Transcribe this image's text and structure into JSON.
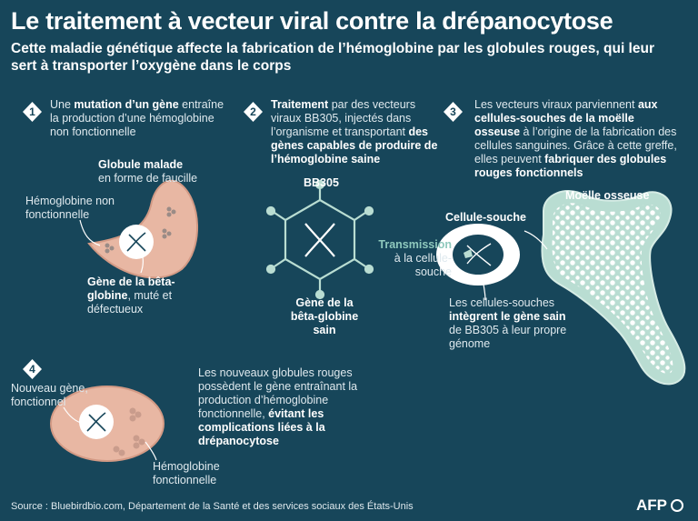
{
  "header": {
    "title": "Le traitement à vecteur viral contre la drépanocytose",
    "subtitle": "Cette maladie génétique affecte la fabrication de l’hémoglobine par les globules rouges, qui leur sert à transporter l’oxygène dans le corps"
  },
  "step1": {
    "number": "1",
    "text_pre": "Une ",
    "text_bold": "mutation d’un gène",
    "text_post": " entraîne la production d’une hémoglobine non fonctionnelle",
    "cell_label_bold": "Globule malade",
    "cell_label": "en forme de faucille",
    "hb_label": "Hémoglobine non fonctionnelle",
    "gene_label_bold": "Gène de la bêta-globine",
    "gene_label": ", muté et défectueux"
  },
  "step2": {
    "number": "2",
    "text_bold1": "Traitement",
    "text_mid": " par des vecteurs viraux BB305, injectés dans l’organisme et transportant ",
    "text_bold2": "des gènes capables de produire de l’hémoglobine saine",
    "virus_label": "BB305",
    "gene_label": "Gène de la bêta-globine sain"
  },
  "step3": {
    "number": "3",
    "text_pre": "Les vecteurs viraux parviennent ",
    "text_bold1": "aux cellules-souches de la moëlle osseuse",
    "text_mid": " à l’origine de la fabrication des cellules sanguines. Grâce à cette greffe, elles peuvent ",
    "text_bold2": "fabriquer des globules rouges fonctionnels",
    "bone_label": "Moëlle osseuse",
    "stem_label": "Cellule-souche",
    "transmission_bold": "Transmission",
    "transmission_rest": "à la cellule-souche",
    "integrate_pre": "Les cellules-souches ",
    "integrate_bold": "intègrent le gène sain",
    "integrate_post": " de BB305 à leur propre génome"
  },
  "step4": {
    "number": "4",
    "new_gene_label": "Nouveau gène, fonctionnel",
    "text_pre": "Les nouveaux globules rouges possèdent le gène entraînant la production d’hémoglobine fonctionnelle, ",
    "text_bold": "évitant les complications liées à la drépanocytose",
    "hb_label": "Hémoglobine fonctionnelle"
  },
  "footer": {
    "source": "Source : Bluebirdbio.com, Département de la Santé et des services sociaux des États-Unis",
    "logo": "AFP"
  },
  "colors": {
    "background": "#17465a",
    "cell": "#e8b7a3",
    "teal": "#8fc9bd",
    "marrow": "#b9ddd2"
  }
}
